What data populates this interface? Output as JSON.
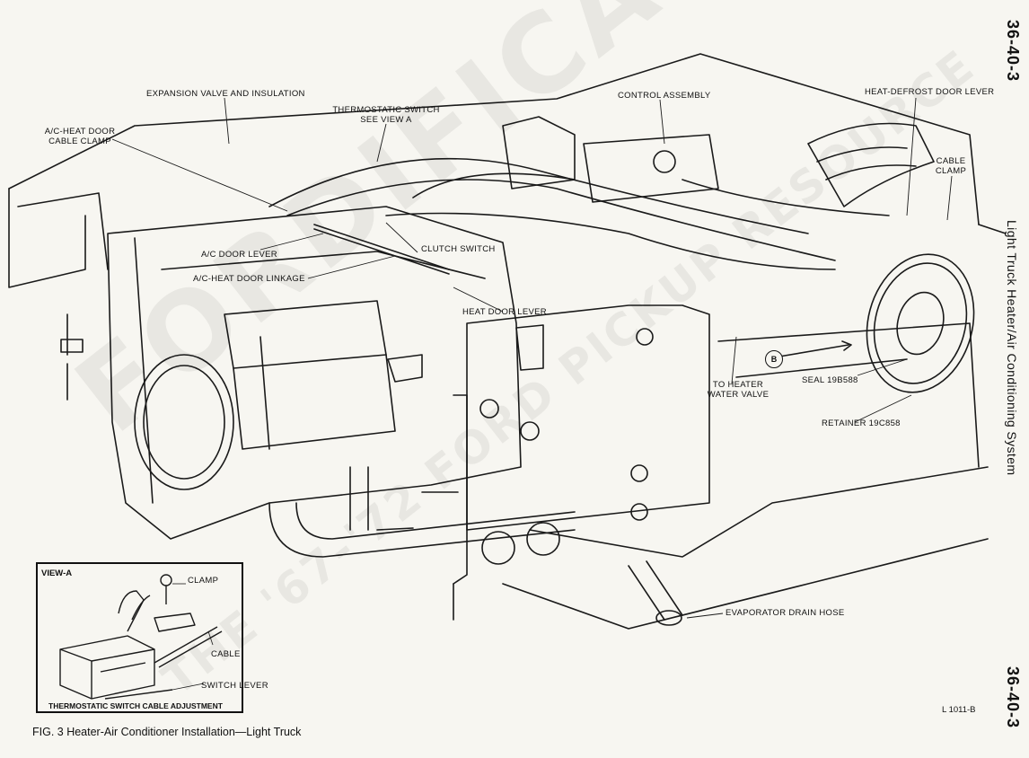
{
  "page": {
    "number_top": "36-40-3",
    "number_bottom": "36-40-3",
    "section_title": "Light Truck Heater/Air Conditioning System"
  },
  "figure": {
    "caption": "FIG. 3 Heater-Air Conditioner Installation—Light Truck",
    "code": "L 1011-B",
    "marker": "B"
  },
  "labels": {
    "expansion_valve": "EXPANSION VALVE AND INSULATION",
    "thermostatic_switch_1": "THERMOSTATIC SWITCH",
    "thermostatic_switch_2": "SEE VIEW A",
    "control_assembly": "CONTROL ASSEMBLY",
    "heat_defrost_lever": "HEAT-DEFROST DOOR LEVER",
    "ac_heat_clamp_1": "A/C-HEAT DOOR",
    "ac_heat_clamp_2": "CABLE CLAMP",
    "cable_clamp_1": "CABLE",
    "cable_clamp_2": "CLAMP",
    "ac_door_lever": "A/C DOOR LEVER",
    "clutch_switch": "CLUTCH SWITCH",
    "ac_heat_linkage": "A/C-HEAT DOOR LINKAGE",
    "heat_door_lever": "HEAT DOOR LEVER",
    "to_heater_1": "TO HEATER",
    "to_heater_2": "WATER VALVE",
    "seal": "SEAL 19B588",
    "retainer": "RETAINER 19C858",
    "drain_hose": "EVAPORATOR DRAIN HOSE"
  },
  "view_a": {
    "title": "VIEW-A",
    "clamp": "CLAMP",
    "cable": "CABLE",
    "switch_lever": "SWITCH LEVER",
    "footer": "THERMOSTATIC SWITCH CABLE ADJUSTMENT"
  },
  "watermark": {
    "main": "FORDIFICATION.COM",
    "sub": "THE '67-'72 FORD PICKUP RESOURCE"
  }
}
